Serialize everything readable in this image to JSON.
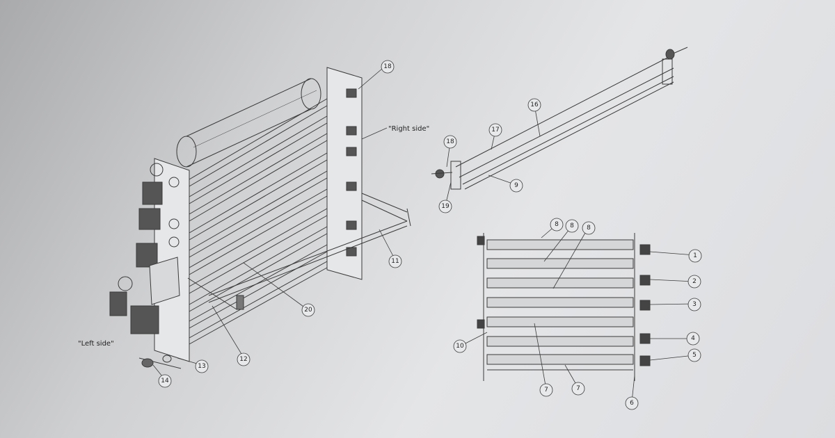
{
  "notes": {
    "right_side": "\"Right side\"",
    "left_side": "\"Left side\""
  },
  "callouts": {
    "c18a": "18",
    "c11": "11",
    "c20": "20",
    "c12": "12",
    "c13": "13",
    "c14": "14",
    "c16": "16",
    "c17": "17",
    "c18b": "18",
    "c19": "19",
    "c9": "9",
    "c8a": "8",
    "c8b": "8",
    "c8c": "8",
    "c1": "1",
    "c2": "2",
    "c3": "3",
    "c4": "4",
    "c5": "5",
    "c6": "6",
    "c7a": "7",
    "c7b": "7",
    "c10": "10"
  },
  "colors": {
    "line": "#3a3a3a",
    "paper": "#e2e3e5"
  }
}
